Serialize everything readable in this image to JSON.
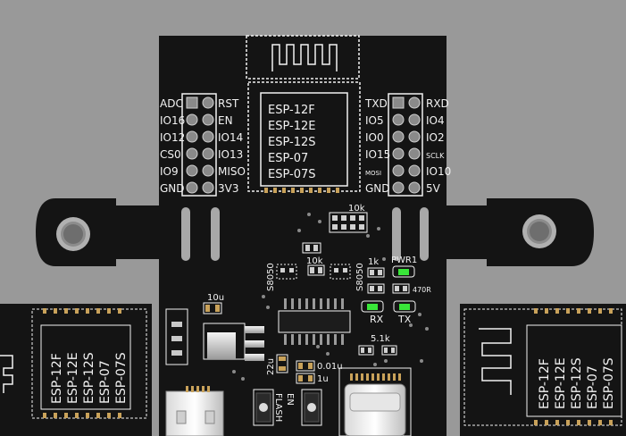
{
  "module_center": {
    "variants": [
      "ESP-12F",
      "ESP-12E",
      "ESP-12S",
      "ESP-07",
      "ESP-07S"
    ]
  },
  "left_header": {
    "labels_outer": [
      "ADC",
      "IO16",
      "IO12",
      "CS0",
      "IO9",
      "GND"
    ],
    "labels_inner": [
      "RST",
      "EN",
      "IO14",
      "IO13",
      "MISO",
      "3V3"
    ]
  },
  "right_header": {
    "labels_inner": [
      "TXD",
      "IO5",
      "IO0",
      "IO15",
      "MOSI",
      "GND"
    ],
    "labels_outer": [
      "RXD",
      "IO4",
      "IO2",
      "SCLK",
      "IO10",
      "5V"
    ]
  },
  "components": {
    "r_10k_a": "10k",
    "r_10k_b": "10k",
    "r_1k": "1k",
    "r_470r": "470R",
    "r_5_1k": "5.1k",
    "c_10u": "10u",
    "c_22u": "22u",
    "c_0_01u": "0.01u",
    "c_1u": "1u",
    "q_left": "S8050",
    "q_right": "S8050",
    "led_pwr": "PWR1",
    "led_rx": "RX",
    "led_tx": "TX",
    "btn_flash": "FLASH",
    "btn_en": "EN"
  },
  "side_left_module": {
    "variants": [
      "ESP-12F",
      "ESP-12E",
      "ESP-12S",
      "ESP-07",
      "ESP-07S"
    ]
  },
  "side_right_module": {
    "variants": [
      "ESP-12F",
      "ESP-12E",
      "ESP-12S",
      "ESP-07",
      "ESP-07S"
    ]
  },
  "colors": {
    "background": "#999999",
    "pcb": "#141414",
    "silkscreen": "#f2f2f2",
    "pad": "#c9a25a",
    "led": "#39e639"
  }
}
